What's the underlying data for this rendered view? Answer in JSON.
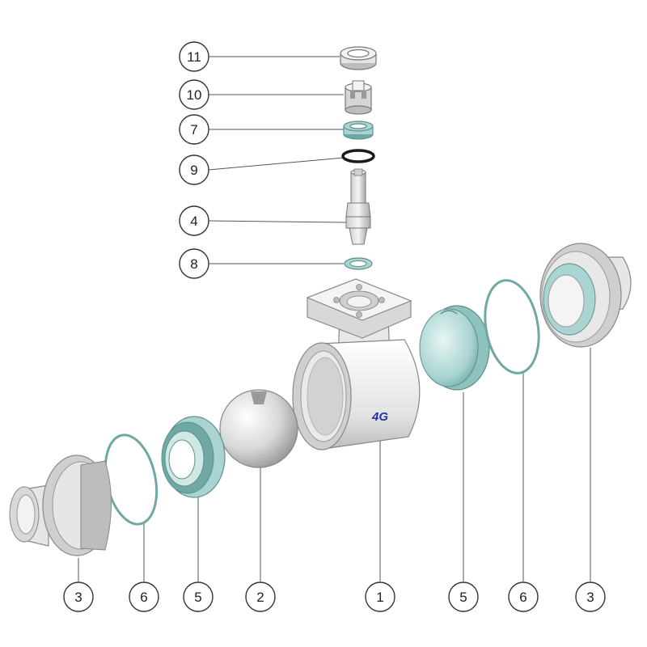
{
  "diagram": {
    "logo_text": "4G",
    "colors": {
      "metal_light": "#f2f2f2",
      "metal_mid": "#d4d4d4",
      "metal_dark": "#a8a8a8",
      "seal_teal": "#a9d4d1",
      "seal_teal_dark": "#6fa8a4",
      "oring_black": "#1a1a1a",
      "logo_blue": "#2233aa"
    },
    "callouts": [
      {
        "id": "c11",
        "label": "11"
      },
      {
        "id": "c10",
        "label": "10"
      },
      {
        "id": "c7",
        "label": "7"
      },
      {
        "id": "c9",
        "label": "9"
      },
      {
        "id": "c4",
        "label": "4"
      },
      {
        "id": "c8",
        "label": "8"
      },
      {
        "id": "c3l",
        "label": "3"
      },
      {
        "id": "c6l",
        "label": "6"
      },
      {
        "id": "c5l",
        "label": "5"
      },
      {
        "id": "c2",
        "label": "2"
      },
      {
        "id": "c1",
        "label": "1"
      },
      {
        "id": "c5r",
        "label": "5"
      },
      {
        "id": "c6r",
        "label": "6"
      },
      {
        "id": "c3r",
        "label": "3"
      }
    ]
  }
}
